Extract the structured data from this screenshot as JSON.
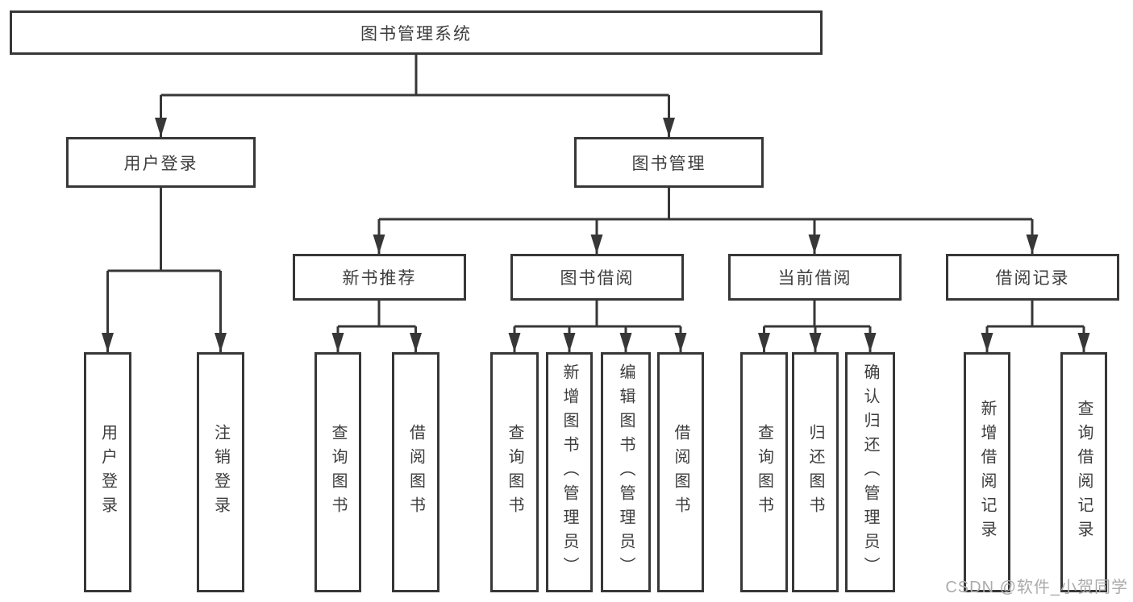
{
  "diagram_type": "hierarchy-tree",
  "colors": {
    "background": "#ffffff",
    "line": "#373737",
    "box_border": "#373737",
    "text": "#3d3d3d",
    "watermark": "#ababab"
  },
  "tree": {
    "label": "图书管理系统",
    "children": [
      {
        "label": "用户登录",
        "children": [
          {
            "label": "用户登录"
          },
          {
            "label": "注销登录"
          }
        ]
      },
      {
        "label": "图书管理",
        "children": [
          {
            "label": "新书推荐",
            "children": [
              {
                "label": "查询图书"
              },
              {
                "label": "借阅图书"
              }
            ]
          },
          {
            "label": "图书借阅",
            "children": [
              {
                "label": "查询图书"
              },
              {
                "label": "新增图书（管理员）"
              },
              {
                "label": "编辑图书（管理员）"
              },
              {
                "label": "借阅图书"
              }
            ]
          },
          {
            "label": "当前借阅",
            "children": [
              {
                "label": "查询图书"
              },
              {
                "label": "归还图书"
              },
              {
                "label": "确认归还（管理员）"
              }
            ]
          },
          {
            "label": "借阅记录",
            "children": [
              {
                "label": "新增借阅记录"
              },
              {
                "label": "查询借阅记录"
              }
            ]
          }
        ]
      }
    ]
  },
  "watermark": "CSDN @软件_小贺同学"
}
